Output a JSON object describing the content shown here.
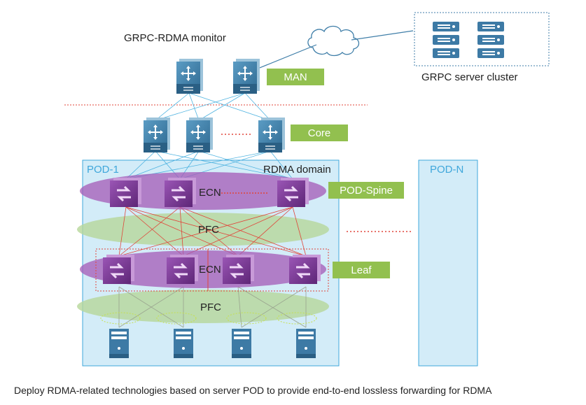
{
  "title_monitor": "GRPC-RDMA monitor",
  "server_cluster_label": "GRPC server cluster",
  "tags": {
    "man": "MAN",
    "core": "Core",
    "pod_spine": "POD-Spine",
    "leaf": "Leaf"
  },
  "pod1_label": "POD-1",
  "podn_label": "POD-N",
  "rdma_domain": "RDMA domain",
  "ecn_spine": "ECN",
  "ecn_leaf": "ECN",
  "pfc_upper": "PFC",
  "pfc_lower": "PFC",
  "caption": "Deploy RDMA-related technologies based on server POD to provide end-to-end lossless forwarding for RDMA",
  "colors": {
    "switch_blue": "#3f7ea8",
    "switch_purple": "#7b3a96",
    "tag_green": "#92c04f",
    "pod_fill": "#d3ecf8",
    "pod_border": "#3fa7db",
    "ecn_ellipse": "#a45ab7",
    "pfc_ellipse": "#b6d79a",
    "link_blue": "#4fb3e0",
    "link_red": "#e0453a",
    "link_gray": "#9aa38f"
  },
  "icons": [
    "switch-router-icon",
    "spine-switch-icon",
    "server-icon",
    "cloud-icon",
    "server-rack-icon"
  ]
}
